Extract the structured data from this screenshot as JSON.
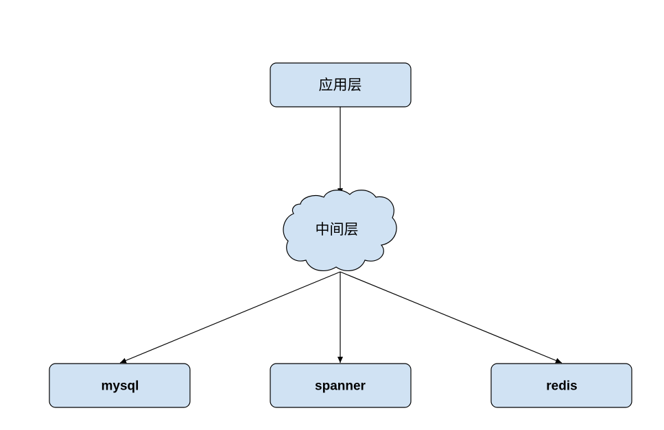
{
  "diagram": {
    "colors": {
      "node_fill": "#d0e2f3",
      "node_stroke": "#000000",
      "edge_stroke": "#000000",
      "background": "#ffffff"
    },
    "nodes": {
      "app_layer": {
        "label": "应用层",
        "shape": "rounded-rectangle"
      },
      "middle_layer": {
        "label": "中间层",
        "shape": "cloud"
      },
      "mysql": {
        "label": "mysql",
        "shape": "rounded-rectangle"
      },
      "spanner": {
        "label": "spanner",
        "shape": "rounded-rectangle"
      },
      "redis": {
        "label": "redis",
        "shape": "rounded-rectangle"
      }
    },
    "edges": [
      {
        "from": "应用层",
        "to": "中间层"
      },
      {
        "from": "中间层",
        "to": "mysql"
      },
      {
        "from": "中间层",
        "to": "spanner"
      },
      {
        "from": "中间层",
        "to": "redis"
      }
    ]
  }
}
